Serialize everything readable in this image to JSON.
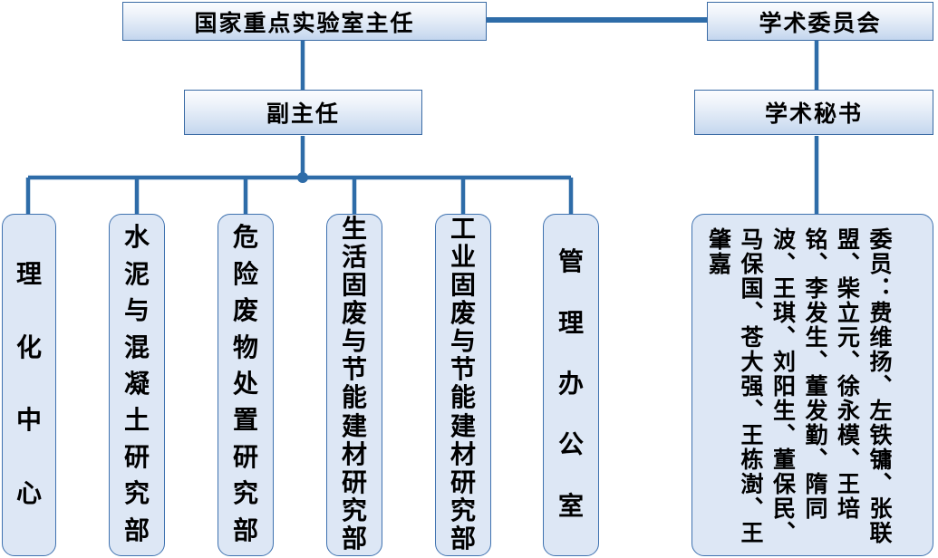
{
  "diagram": {
    "type": "organizational-chart",
    "title_node": {
      "label": "国家重点实验室主任"
    },
    "academic_committee": {
      "label": "学术委员会"
    },
    "deputy_director": {
      "label": "副主任"
    },
    "academic_secretary": {
      "label": "学术秘书"
    },
    "departments": [
      {
        "id": "physical-chemical-center",
        "label": "理化中心",
        "chars": [
          "理",
          "化",
          "中",
          "心"
        ]
      },
      {
        "id": "cement-concrete-dept",
        "label": "水泥与混凝土研究部",
        "chars": [
          "水",
          "泥",
          "与",
          "混",
          "凝",
          "土",
          "研",
          "究",
          "部"
        ]
      },
      {
        "id": "hazardous-waste-dept",
        "label": "危险废物处置研究部",
        "chars": [
          "危",
          "险",
          "废",
          "物",
          "处",
          "置",
          "研",
          "究",
          "部"
        ]
      },
      {
        "id": "domestic-solid-waste-dept",
        "label": "生活固废与节能建材研究部",
        "chars": [
          "生",
          "活",
          "固",
          "废",
          "与",
          "节",
          "能",
          "建",
          "材",
          "研",
          "究",
          "部"
        ]
      },
      {
        "id": "industrial-solid-waste-dept",
        "label": "工业固废与节能建材研究部",
        "chars": [
          "工",
          "业",
          "固",
          "废",
          "与",
          "节",
          "能",
          "建",
          "材",
          "研",
          "究",
          "部"
        ]
      },
      {
        "id": "administration-office",
        "label": "管理办公室",
        "chars": [
          "管",
          "理",
          "办",
          "公",
          "室"
        ]
      }
    ],
    "committee_members": {
      "label": "委员：费维扬、左铁镛、张联盟、柴立元、徐永模、王培铭、李发生、董发勤、隋同波、王琪、刘阳生、董保民、马保国、苍大强、王栋澍、王肇嘉",
      "prefix": "委员：",
      "names": [
        "费维扬",
        "左铁镛",
        "张联盟",
        "柴立元",
        "徐永模",
        "王培铭",
        "李发生",
        "董发勤",
        "隋同波",
        "王琪",
        "刘阳生",
        "董保民",
        "马保国",
        "苍大强",
        "王栋澍",
        "王肇嘉"
      ]
    },
    "colors": {
      "line": "#2e6ca8",
      "box_border": "#3a6ba5",
      "rounded_border": "#3f72b0",
      "rounded_fill": "#dde7f5",
      "gradient_top": "#fbfcfe",
      "gradient_bottom": "#c3d5ee",
      "text": "#000000"
    }
  }
}
